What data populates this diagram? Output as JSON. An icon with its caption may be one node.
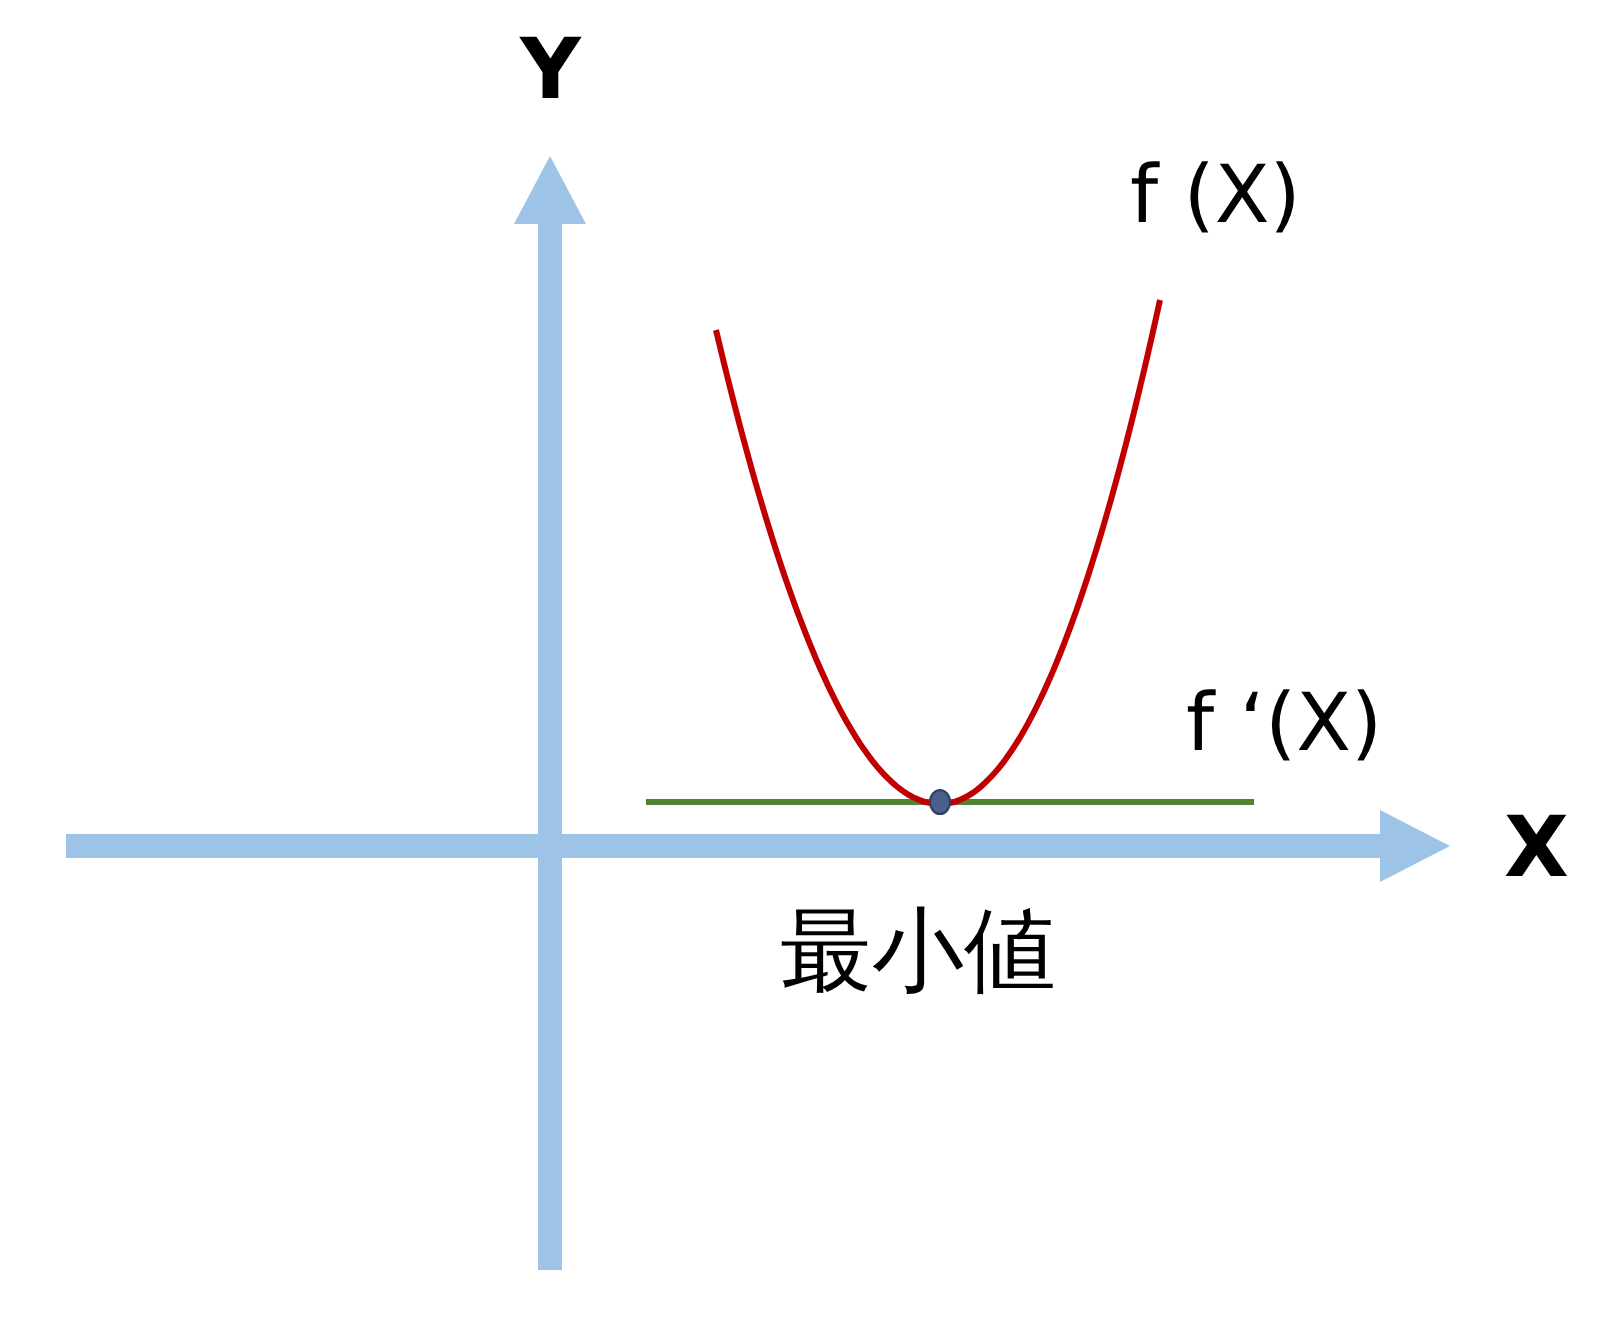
{
  "diagram": {
    "labels": [
      "Y",
      "f (X)",
      "f ‘(X)",
      "X",
      "最小値"
    ]
  }
}
